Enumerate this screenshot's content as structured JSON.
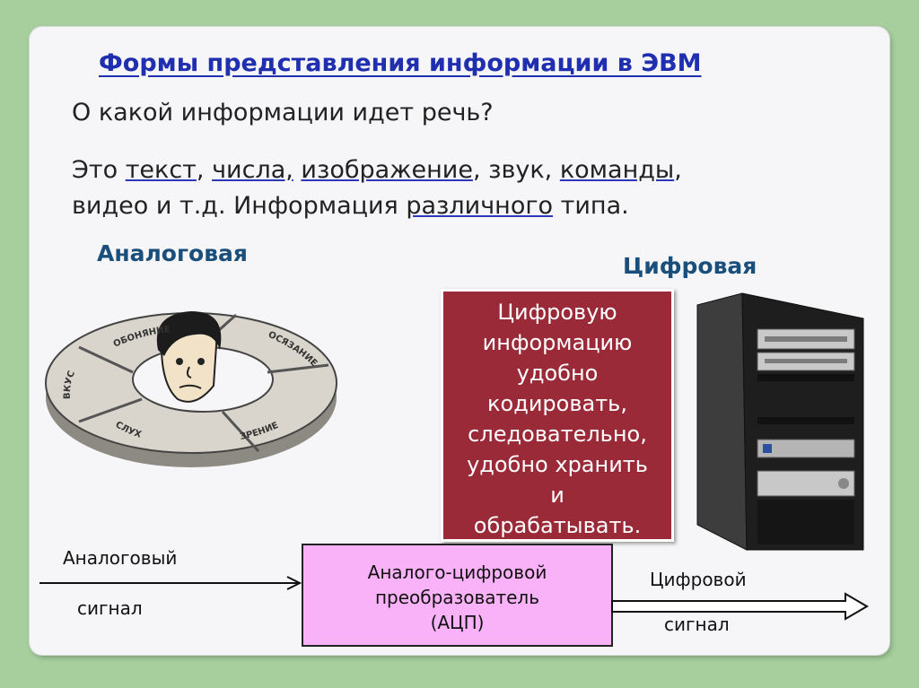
{
  "title": "Формы представления информации в ЭВМ",
  "question": "О какой информации идет речь?",
  "answer": {
    "prefix": "Это ",
    "w1": "текст",
    "sep1": ", ",
    "w2": "числа,",
    "sep2": " ",
    "w3": "изображение",
    "sep3": ", звук, ",
    "w4": "команды",
    "sep4": ",",
    "line2_start": "видео и т.д.  Информация ",
    "w5": "различного",
    "line2_end": " типа."
  },
  "analog_heading": "Аналоговая",
  "digital_heading": "Цифровая",
  "senses": {
    "smell": "ОБОНЯНИЕ",
    "touch": "ОСЯЗАНИЕ",
    "taste": "ВКУС",
    "hearing": "СЛУХ",
    "sight": "ЗРЕНИЕ"
  },
  "digital_box_lines": [
    "Цифровую",
    "информацию",
    "удобно",
    "кодировать,",
    "следовательно,",
    "удобно хранить",
    "и",
    "обрабатывать."
  ],
  "analog_signal": {
    "line1": "Аналоговый",
    "line2": "сигнал"
  },
  "digital_signal": {
    "line1": "Цифровой",
    "line2": "сигнал"
  },
  "adc": {
    "line1": "Аналого-цифровой",
    "line2": "преобразователь",
    "line3": "(АЦП)"
  },
  "colors": {
    "background": "#a6cf9d",
    "title": "#1f2fb0",
    "heading": "#1a4f7c",
    "red_box": "#9b2a39",
    "adc_box": "#f9b2f7"
  }
}
